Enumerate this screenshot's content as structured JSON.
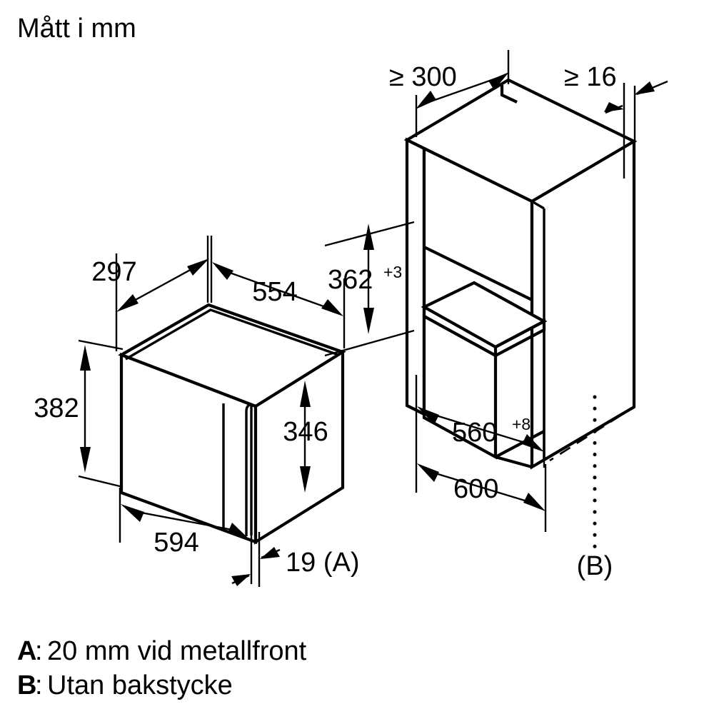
{
  "title": "Mått i mm",
  "appliance": {
    "name": "built-in-microwave",
    "dimensions": {
      "depth": "297",
      "width_top": "554",
      "height_front": "382",
      "height_body": "346",
      "width_front": "594",
      "front_thickness": "19 (A)"
    }
  },
  "cabinet": {
    "name": "installation-niche",
    "dimensions": {
      "clearance_top": "≥ 300",
      "panel_thickness": "≥ 16",
      "niche_height_value": "362",
      "niche_height_tolerance": "+3",
      "niche_width_value": "560",
      "niche_width_tolerance": "+8",
      "cabinet_width": "600",
      "back_reference": "(B)"
    }
  },
  "legend": {
    "items": [
      {
        "key": "A",
        "separator": ":",
        "text": "20 mm vid metallfront"
      },
      {
        "key": "B",
        "separator": ":",
        "text": "Utan bakstycke"
      }
    ]
  },
  "colors": {
    "line": "#000000",
    "background": "#ffffff",
    "text": "#000000"
  }
}
